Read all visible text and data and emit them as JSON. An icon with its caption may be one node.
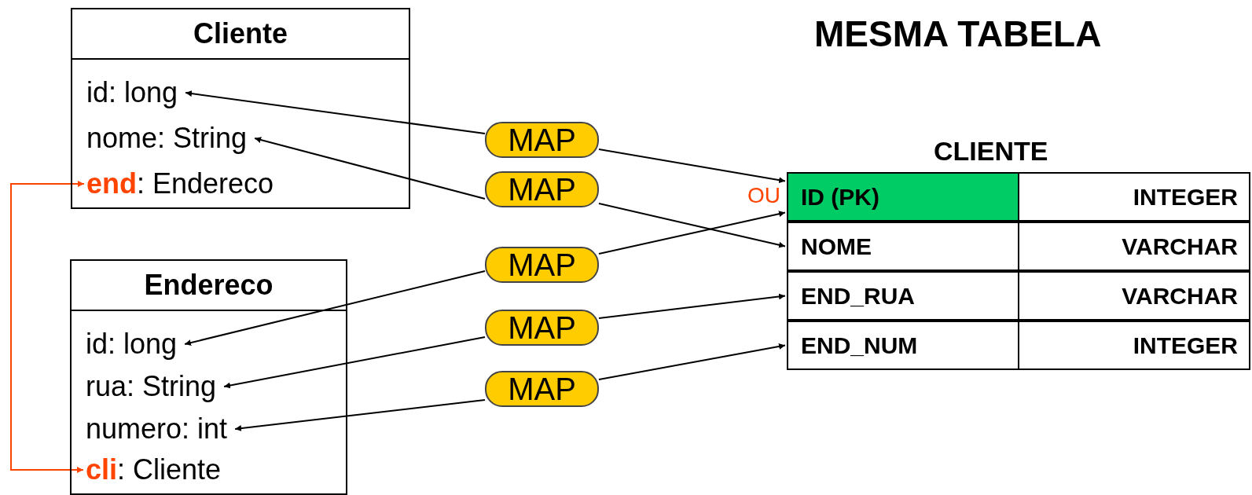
{
  "diagram": {
    "title": "MESMA TABELA",
    "nodes": [
      {
        "text": [
          "Cliente"
        ]
      },
      {
        "text": [
          "id: long"
        ],
        "in": 0
      },
      {
        "text": [
          "nome: String"
        ],
        "in": 0
      },
      {
        "text": [
          "**end**: Endereco"
        ],
        "in": 0
      },
      {
        "text": [
          "Endereco"
        ]
      },
      {
        "text": [
          "id: long"
        ],
        "in": 4
      },
      {
        "text": [
          "rua: String"
        ],
        "in": 4
      },
      {
        "text": [
          "numero: int"
        ],
        "in": 4
      },
      {
        "text": [
          "**cli**: Cliente"
        ],
        "in": 4
      },
      {
        "text": [
          "CLIENTE"
        ]
      },
      {
        "text": [
          "ID (PK)",
          "INTEGER"
        ],
        "in": 9
      },
      {
        "text": [
          "NOME",
          "VARCHAR"
        ],
        "in": 9
      },
      {
        "text": [
          "END_RUA",
          "VARCHAR"
        ],
        "in": 9
      },
      {
        "text": [
          "END_NUM",
          "INTEGER"
        ],
        "in": 9
      },
      {
        "text": [
          "MAP"
        ]
      },
      {
        "text": [
          "MAP"
        ]
      },
      {
        "text": [
          "MAP"
        ]
      },
      {
        "text": [
          "MAP"
        ]
      },
      {
        "text": [
          "MAP"
        ]
      }
    ],
    "edges": [
      {
        "from": 14,
        "to": 1,
        "arrow": "to"
      },
      {
        "from": 14,
        "to": 10,
        "arrow": "to"
      },
      {
        "from": 15,
        "to": 2,
        "arrow": "to"
      },
      {
        "from": 15,
        "to": 11,
        "arrow": "to"
      },
      {
        "from": 16,
        "to": 5,
        "arrow": "to"
      },
      {
        "from": 16,
        "to": 10,
        "arrow": "to"
      },
      {
        "from": 17,
        "to": 6,
        "arrow": "to"
      },
      {
        "from": 17,
        "to": 12,
        "arrow": "to"
      },
      {
        "from": 18,
        "to": 7,
        "arrow": "to"
      },
      {
        "from": 18,
        "to": 13,
        "arrow": "to"
      },
      {
        "from": 3,
        "to": 8,
        "arrow": "both",
        "color": "#ff4400"
      }
    ],
    "labels": [
      "OU"
    ]
  }
}
